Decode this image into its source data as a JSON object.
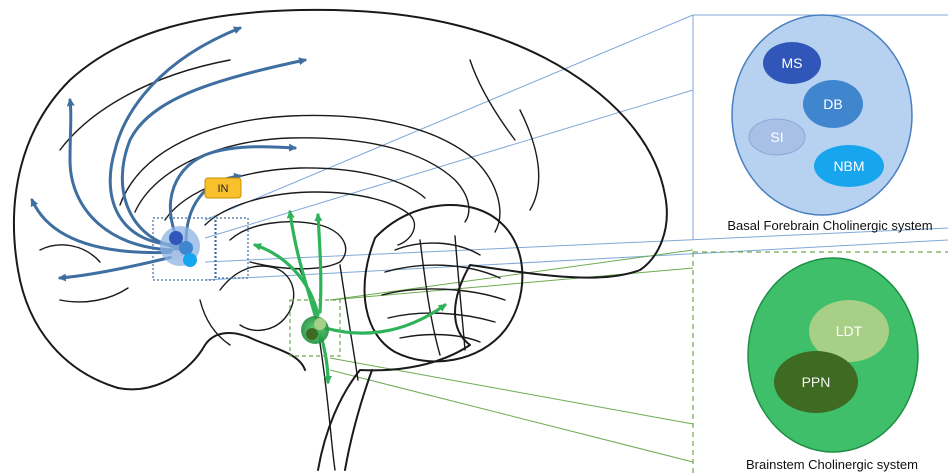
{
  "labels": {
    "in_box": "IN",
    "basal_caption": "Basal Forebrain Cholinergic system",
    "brainstem_caption": "Brainstem Cholinergic system"
  },
  "basal_forebrain_nuclei": [
    {
      "label": "MS",
      "color": "#2f56b8"
    },
    {
      "label": "DB",
      "color": "#3f86cf"
    },
    {
      "label": "SI",
      "color": "#a8c0e6"
    },
    {
      "label": "NBM",
      "color": "#17a6ee"
    }
  ],
  "brainstem_nuclei": [
    {
      "label": "LDT",
      "color": "#a7cf86"
    },
    {
      "label": "PPN",
      "color": "#3f6a22"
    }
  ],
  "colors": {
    "basal_panel_fill": "#b7d2f0",
    "basal_panel_stroke": "#4a7fc0",
    "brainstem_panel_fill": "#3fbf6a",
    "brainstem_panel_stroke": "#1e8f45",
    "basal_projection": "#3f6fa0",
    "brainstem_projection": "#2fb35a",
    "in_box_fill": "#f8c12b"
  }
}
